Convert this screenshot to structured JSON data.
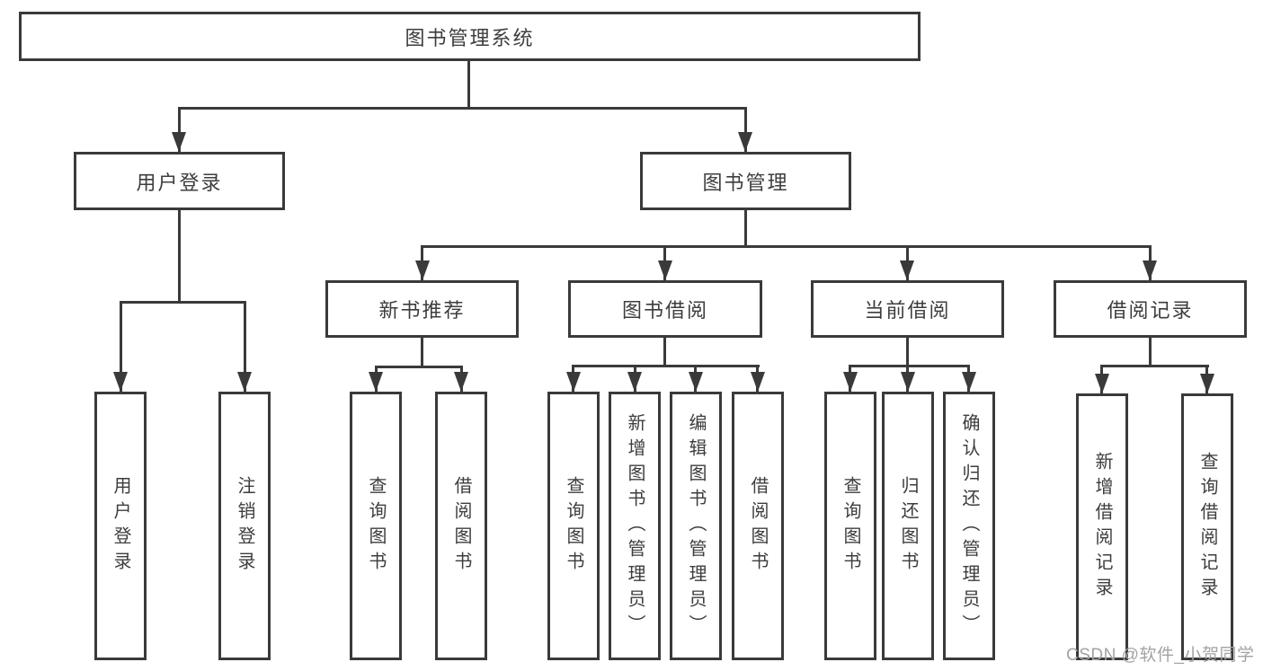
{
  "tree": {
    "label": "图书管理系统",
    "children": [
      {
        "label": "用户登录",
        "children": [
          {
            "label": "用户登录"
          },
          {
            "label": "注销登录"
          }
        ]
      },
      {
        "label": "图书管理",
        "children": [
          {
            "label": "新书推荐",
            "children": [
              {
                "label": "查询图书"
              },
              {
                "label": "借阅图书"
              }
            ]
          },
          {
            "label": "图书借阅",
            "children": [
              {
                "label": "查询图书"
              },
              {
                "label": "新增图书（管理员）"
              },
              {
                "label": "编辑图书（管理员）"
              },
              {
                "label": "借阅图书"
              }
            ]
          },
          {
            "label": "当前借阅",
            "children": [
              {
                "label": "查询图书"
              },
              {
                "label": "归还图书"
              },
              {
                "label": "确认归还（管理员）"
              }
            ]
          },
          {
            "label": "借阅记录",
            "children": [
              {
                "label": "新增借阅记录"
              },
              {
                "label": "查询借阅记录"
              }
            ]
          }
        ]
      }
    ]
  },
  "watermark": {
    "text": "CSDN @软件_小贺同学"
  },
  "colors": {
    "line": "#3a3a3a",
    "text": "#3d3d3d",
    "box_background": "#ffffff",
    "watermark": "#a3a3a7"
  }
}
